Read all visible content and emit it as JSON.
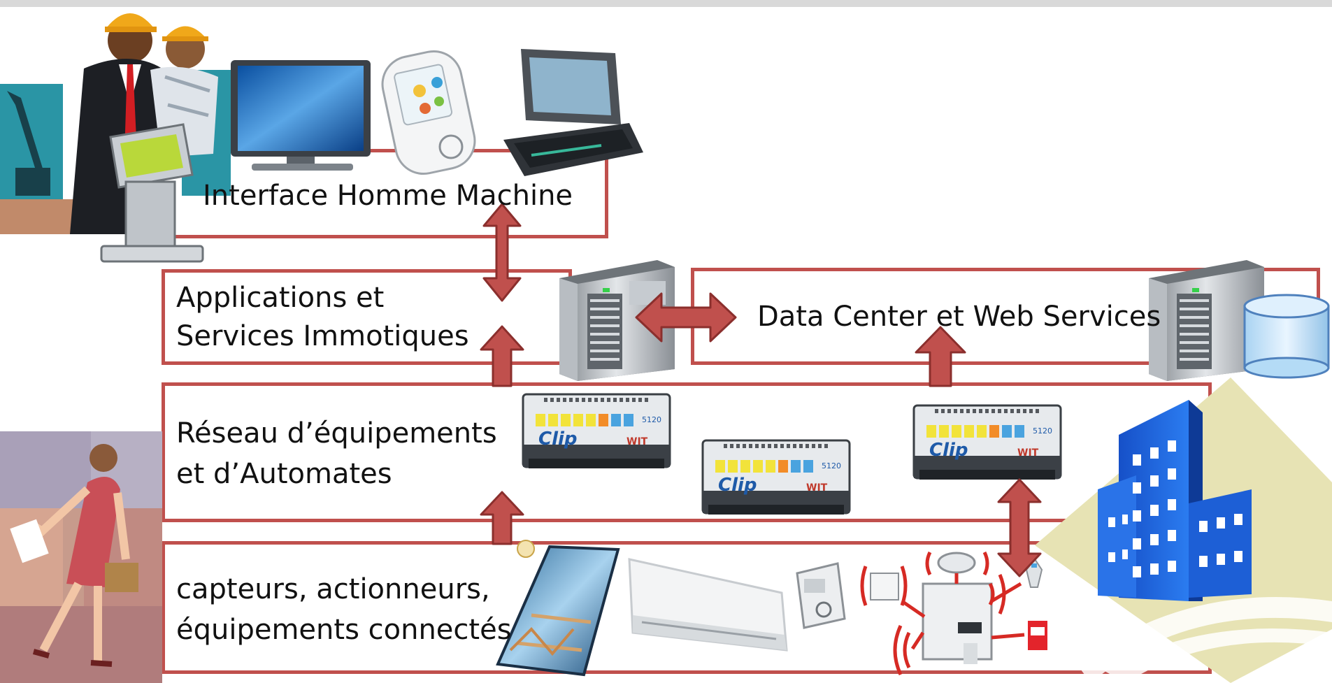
{
  "layers": {
    "ihm": {
      "label": "Interface Homme Machine"
    },
    "apps": {
      "line1": "Applications et",
      "line2": "Services Immotiques"
    },
    "datacenter": {
      "label": "Data Center et Web Services"
    },
    "network": {
      "line1": "Réseau d’équipements",
      "line2": "et d’Automates"
    },
    "devices": {
      "line1": "capteurs, actionneurs,",
      "line2": "équipements connectés"
    }
  },
  "modules": {
    "brand": "Clip",
    "maker": "WIT",
    "model": "5120"
  },
  "colors": {
    "border": "#c0504d",
    "arrow": "#c0504d",
    "arrow_edge": "#8b2f2d",
    "screen": "#2a6fb5",
    "building": "#1f5fd0"
  },
  "icons": [
    "workers-illustration",
    "kiosk-icon",
    "monitor-icon",
    "pda-icon",
    "laptop-icon",
    "server-icon",
    "database-icon",
    "automation-module-icon",
    "solar-panel-icon",
    "air-conditioner-icon",
    "thermostat-icon",
    "alarm-system-icon",
    "woman-illustration",
    "building-icon"
  ]
}
